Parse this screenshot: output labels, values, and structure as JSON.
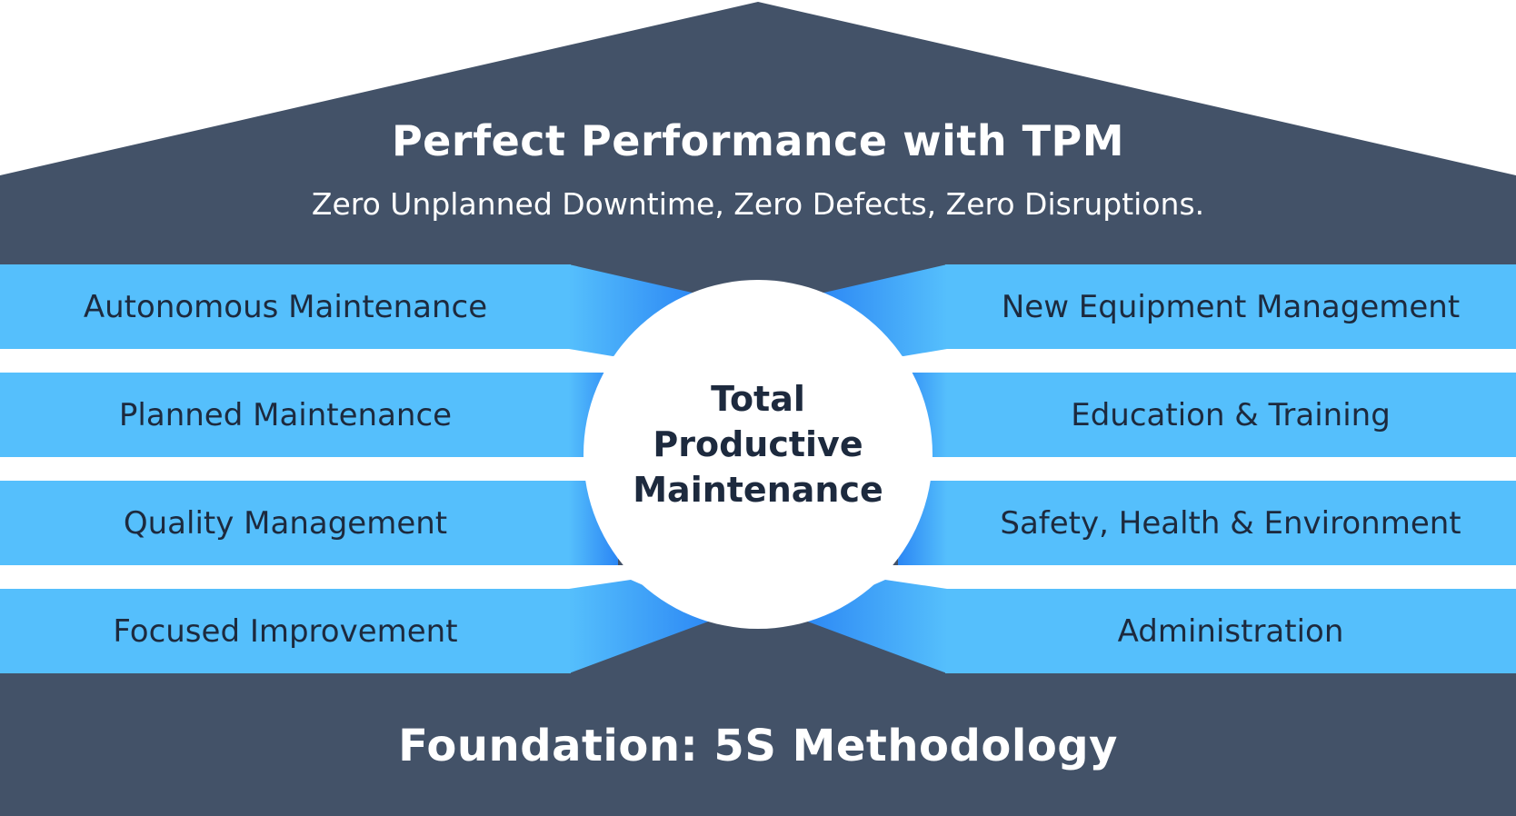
{
  "roof": {
    "title": "Perfect Performance with TPM",
    "subtitle": "Zero Unplanned Downtime, Zero Defects, Zero Disruptions."
  },
  "hub": {
    "lines": [
      "Total",
      "Productive",
      "Maintenance"
    ]
  },
  "pillars_left": [
    {
      "label": "Autonomous Maintenance"
    },
    {
      "label": "Planned Maintenance"
    },
    {
      "label": "Quality Management"
    },
    {
      "label": "Focused Improvement"
    }
  ],
  "pillars_right": [
    {
      "label": "New Equipment Management"
    },
    {
      "label": "Education & Training"
    },
    {
      "label": "Safety, Health & Environment"
    },
    {
      "label": "Administration"
    }
  ],
  "foundation": {
    "label": "Foundation: 5S Methodology"
  },
  "colors": {
    "house": "#435268",
    "pillar": "#55bffc",
    "pillar_accent": "#2b86f4",
    "hub": "#ffffff",
    "text_dark": "#1d2a3e",
    "text_light": "#ffffff"
  }
}
